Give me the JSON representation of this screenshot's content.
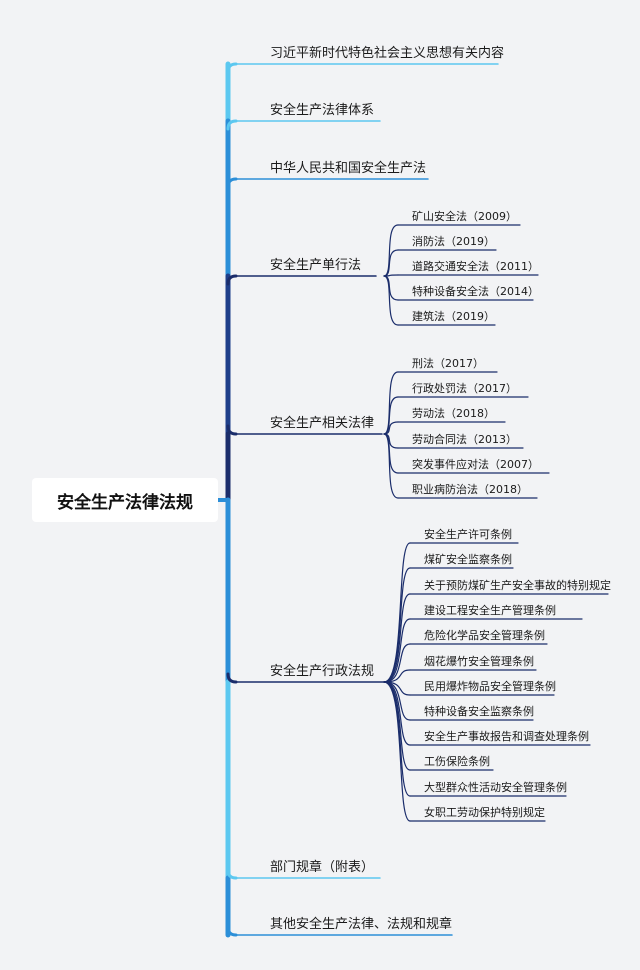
{
  "root": "安全生产法律法规",
  "colors": {
    "background": "#f2f3f5",
    "trunk_light": "#5cc8f0",
    "trunk_mid": "#2c8fd8",
    "trunk_dark": "#1f3f8a",
    "trunk_navy": "#1b2d6b",
    "leaf_line": "#1b2d6b"
  },
  "branches": [
    {
      "label": "习近平新时代特色社会主义思想有关内容",
      "children": []
    },
    {
      "label": "安全生产法律体系",
      "children": []
    },
    {
      "label": "中华人民共和国安全生产法",
      "children": []
    },
    {
      "label": "安全生产单行法",
      "children": [
        "矿山安全法（2009）",
        "消防法（2019）",
        "道路交通安全法（2011）",
        "特种设备安全法（2014）",
        "建筑法（2019）"
      ]
    },
    {
      "label": "安全生产相关法律",
      "children": [
        "刑法（2017）",
        "行政处罚法（2017）",
        "劳动法（2018）",
        "劳动合同法（2013）",
        "突发事件应对法（2007）",
        "职业病防治法（2018）"
      ]
    },
    {
      "label": "安全生产行政法规",
      "children": [
        "安全生产许可条例",
        "煤矿安全监察条例",
        "关于预防煤矿生产安全事故的特别规定",
        "建设工程安全生产管理条例",
        "危险化学品安全管理条例",
        "烟花爆竹安全管理条例",
        "民用爆炸物品安全管理条例",
        "特种设备安全监察条例",
        "安全生产事故报告和调查处理条例",
        "工伤保险条例",
        "大型群众性活动安全管理条例",
        "女职工劳动保护特别规定"
      ]
    },
    {
      "label": "部门规章（附表）",
      "children": []
    },
    {
      "label": "其他安全生产法律、法规和规章",
      "children": []
    }
  ]
}
